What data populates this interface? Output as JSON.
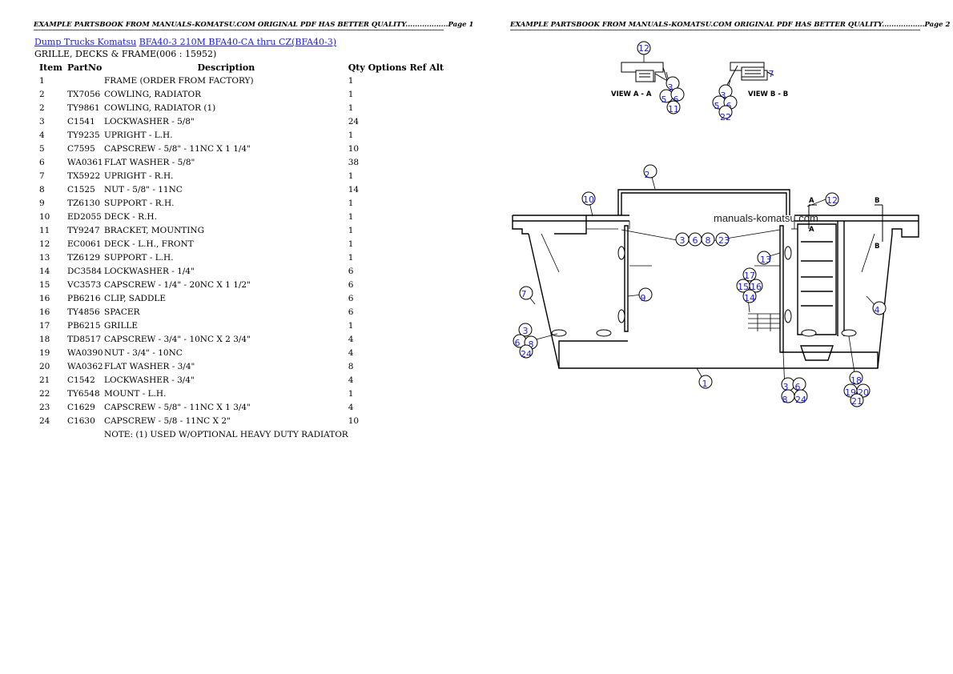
{
  "header_left": "EXAMPLE PARTSBOOK FROM MANUALS-KOMATSU.COM ORIGINAL PDF HAS BETTER QUALITY..................Page 1",
  "header_right": "EXAMPLE PARTSBOOK FROM MANUALS-KOMATSU.COM ORIGINAL PDF HAS BETTER QUALITY..................Page 2",
  "breadcrumb": {
    "link1": "Dump Trucks Komatsu",
    "link2": "BFA40-3 210M BFA40-CA thru CZ(BFA40-3)"
  },
  "section_title": "GRILLE, DECKS & FRAME(006 : 15952)",
  "columns": {
    "item": "Item",
    "partno": "PartNo",
    "description": "Description",
    "qty_options": "Qty Options Ref Alt"
  },
  "parts": [
    {
      "item": "1",
      "partno": "",
      "desc": "FRAME (ORDER FROM FACTORY)",
      "qty": "1"
    },
    {
      "item": "2",
      "partno": "TX7056",
      "desc": "COWLING, RADIATOR",
      "qty": "1"
    },
    {
      "item": "2",
      "partno": "TY9861",
      "desc": "COWLING, RADIATOR (1)",
      "qty": "1"
    },
    {
      "item": "3",
      "partno": "C1541",
      "desc": "LOCKWASHER - 5/8\"",
      "qty": "24"
    },
    {
      "item": "4",
      "partno": "TY9235",
      "desc": "UPRIGHT - L.H.",
      "qty": "1"
    },
    {
      "item": "5",
      "partno": "C7595",
      "desc": "CAPSCREW - 5/8\" - 11NC X 1 1/4\"",
      "qty": "10"
    },
    {
      "item": "6",
      "partno": "WA0361",
      "desc": "FLAT WASHER - 5/8\"",
      "qty": "38"
    },
    {
      "item": "7",
      "partno": "TX5922",
      "desc": "UPRIGHT - R.H.",
      "qty": "1"
    },
    {
      "item": "8",
      "partno": "C1525",
      "desc": "NUT - 5/8\" - 11NC",
      "qty": "14"
    },
    {
      "item": "9",
      "partno": "TZ6130",
      "desc": "SUPPORT - R.H.",
      "qty": "1"
    },
    {
      "item": "10",
      "partno": "ED2055",
      "desc": "DECK - R.H.",
      "qty": "1"
    },
    {
      "item": "11",
      "partno": "TY9247",
      "desc": "BRACKET, MOUNTING",
      "qty": "1"
    },
    {
      "item": "12",
      "partno": "EC0061",
      "desc": "DECK - L.H., FRONT",
      "qty": "1"
    },
    {
      "item": "13",
      "partno": "TZ6129",
      "desc": "SUPPORT - L.H.",
      "qty": "1"
    },
    {
      "item": "14",
      "partno": "DC3584",
      "desc": "LOCKWASHER - 1/4\"",
      "qty": "6"
    },
    {
      "item": "15",
      "partno": "VC3573",
      "desc": "CAPSCREW - 1/4\" - 20NC X 1 1/2\"",
      "qty": "6"
    },
    {
      "item": "16",
      "partno": "PB6216",
      "desc": "CLIP, SADDLE",
      "qty": "6"
    },
    {
      "item": "16",
      "partno": "TY4856",
      "desc": "SPACER",
      "qty": "6"
    },
    {
      "item": "17",
      "partno": "PB6215",
      "desc": "GRILLE",
      "qty": "1"
    },
    {
      "item": "18",
      "partno": "TD8517",
      "desc": "CAPSCREW - 3/4\" - 10NC X 2 3/4\"",
      "qty": "4"
    },
    {
      "item": "19",
      "partno": "WA0390",
      "desc": "NUT - 3/4\" - 10NC",
      "qty": "4"
    },
    {
      "item": "20",
      "partno": "WA0362",
      "desc": "FLAT WASHER - 3/4\"",
      "qty": "8"
    },
    {
      "item": "21",
      "partno": "C1542",
      "desc": "LOCKWASHER - 3/4\"",
      "qty": "4"
    },
    {
      "item": "22",
      "partno": "TY6548",
      "desc": "MOUNT - L.H.",
      "qty": "1"
    },
    {
      "item": "23",
      "partno": "C1629",
      "desc": "CAPSCREW - 5/8\" - 11NC X 1 3/4\"",
      "qty": "4"
    },
    {
      "item": "24",
      "partno": "C1630",
      "desc": "CAPSCREW - 5/8 - 11NC X 2\"",
      "qty": "10"
    },
    {
      "item": "",
      "partno": "",
      "desc": "NOTE: (1) USED W/OPTIONAL HEAVY DUTY RADIATOR",
      "qty": ""
    }
  ],
  "diagram": {
    "watermark": "manuals-komatsu.com",
    "view_a_label": "VIEW A - A",
    "view_b_label": "VIEW B - B",
    "marker_a": "A",
    "marker_b": "B",
    "callouts": {
      "c1": "1",
      "c2": "2",
      "c3": "3",
      "c4": "4",
      "c5": "5",
      "c6": "6",
      "c7": "7",
      "c8": "8",
      "c9": "9",
      "c10": "10",
      "c11": "11",
      "c12": "12",
      "c13": "13",
      "c14": "14",
      "c15": "15",
      "c16": "16",
      "c17": "17",
      "c18": "18",
      "c19": "19",
      "c20": "20",
      "c21": "21",
      "c22": "22",
      "c23": "23",
      "c24": "24"
    }
  }
}
